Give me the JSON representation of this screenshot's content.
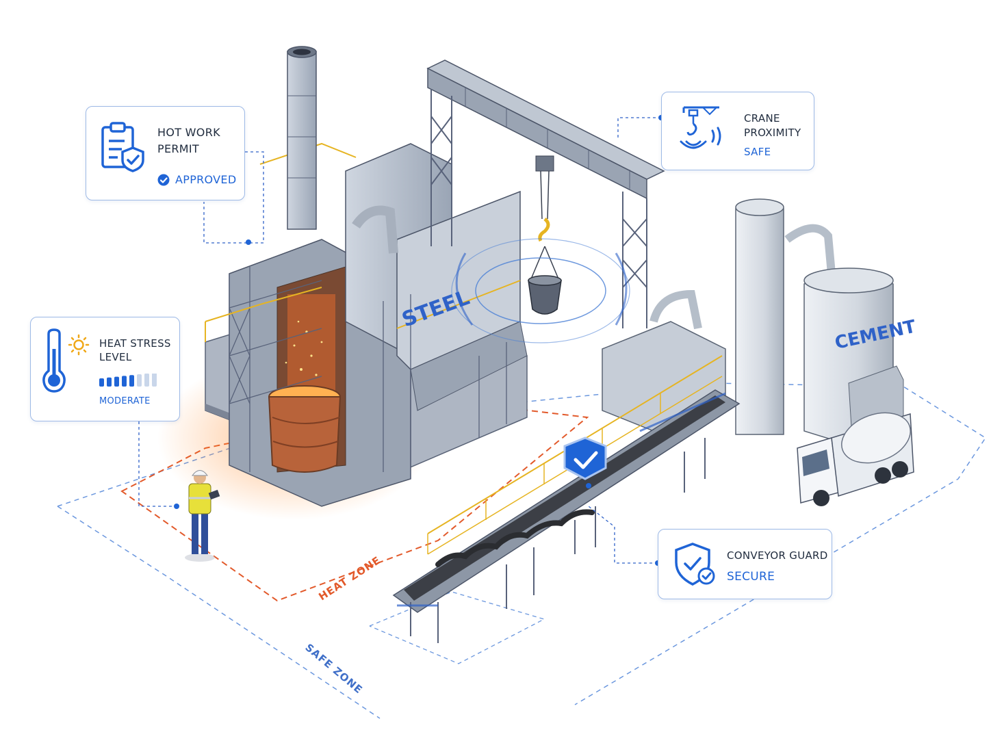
{
  "cards": {
    "hot_work": {
      "title_line1": "HOT WORK",
      "title_line2": "PERMIT",
      "status": "APPROVED"
    },
    "heat_stress": {
      "title_line1": "HEAT STRESS",
      "title_line2": "LEVEL",
      "level_filled": 5,
      "level_total": 8,
      "status": "MODERATE"
    },
    "crane": {
      "title_line1": "CRANE",
      "title_line2": "PROXIMITY",
      "status": "SAFE"
    },
    "conveyor": {
      "title": "CONVEYOR GUARD",
      "status": "SECURE"
    }
  },
  "zones": {
    "heat": "HEAT ZONE",
    "safe": "SAFE ZONE"
  },
  "buildings": {
    "steel": "STEEL",
    "cement": "CEMENT"
  },
  "colors": {
    "accent": "#1f64d6",
    "heat_zone": "#e2592a",
    "safe_zone": "#4a7fd6",
    "hazard_yellow": "#e6b422",
    "molten": "#ff8a2a"
  }
}
